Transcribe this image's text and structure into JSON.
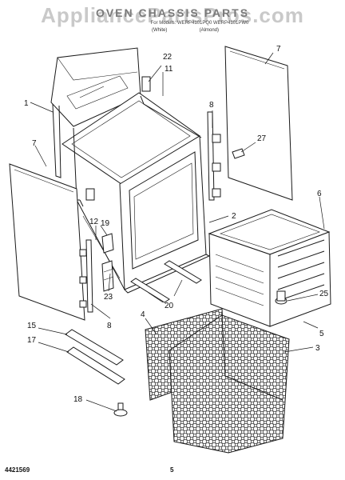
{
  "header": {
    "watermark": "AppliancePartsPros.com",
    "title": "OVEN CHASSIS PARTS",
    "models": "For Models: WERP4101PQ0 WERP4101PW0",
    "variant_white": "(White)",
    "variant_almond": "(Almond)"
  },
  "footer": {
    "doc_number": "4421569",
    "page_number": "5"
  },
  "callouts": {
    "c1": "1",
    "c2": "2",
    "c3": "3",
    "c4": "4",
    "c5": "5",
    "c6": "6",
    "c7a": "7",
    "c7b": "7",
    "c8a": "8",
    "c8b": "8",
    "c11": "11",
    "c12": "12",
    "c15": "15",
    "c17": "17",
    "c18": "18",
    "c19": "19",
    "c20": "20",
    "c22": "22",
    "c23": "23",
    "c25": "25",
    "c27": "27"
  }
}
